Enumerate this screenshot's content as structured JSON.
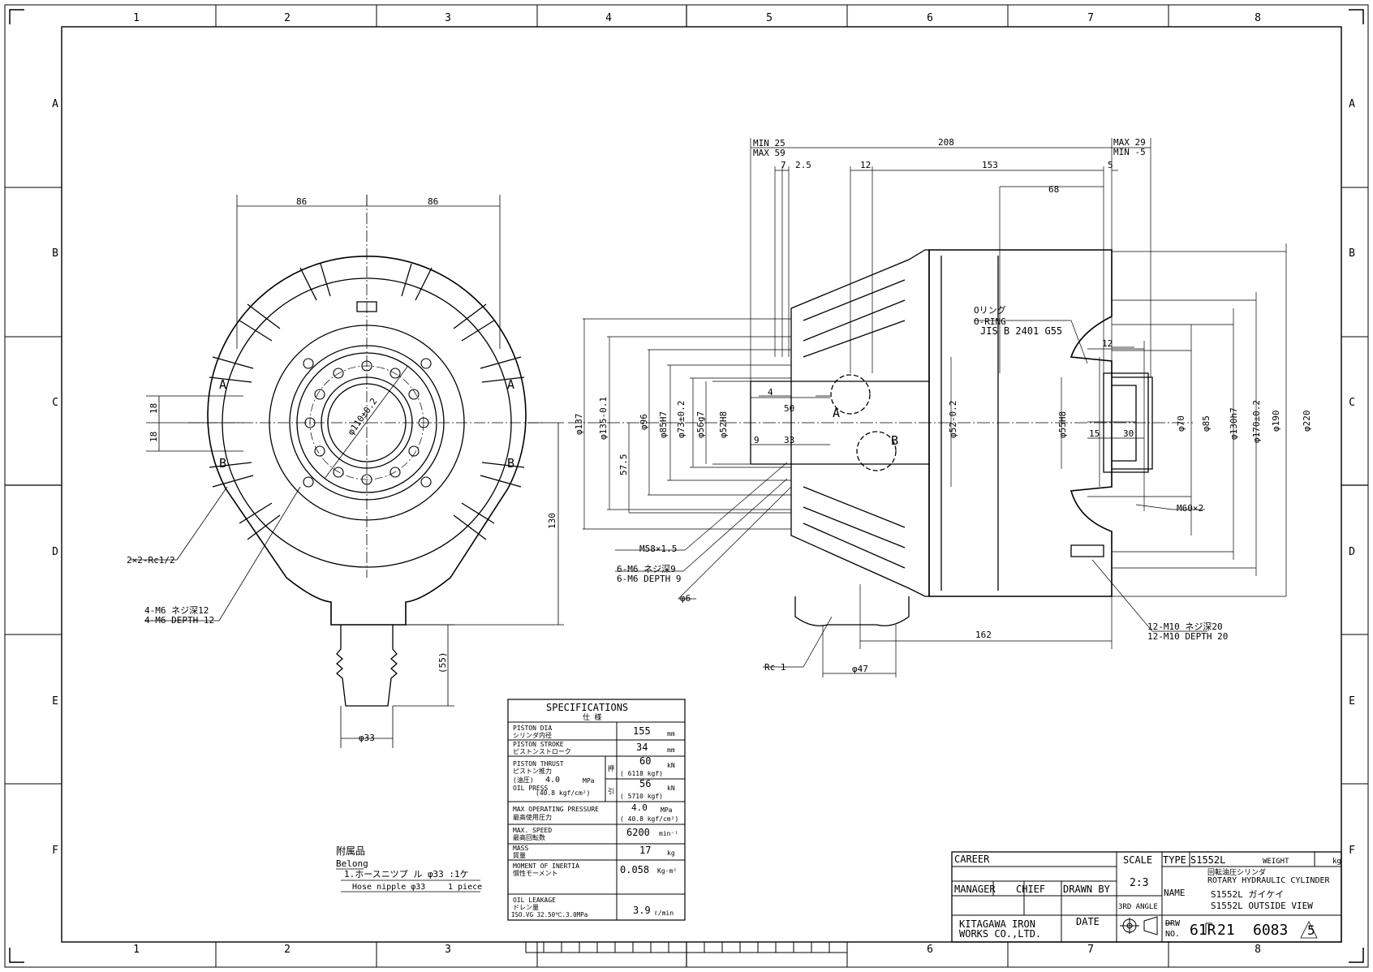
{
  "grid": {
    "cols": [
      "1",
      "2",
      "3",
      "4",
      "5",
      "6",
      "7",
      "8"
    ],
    "rows": [
      "A",
      "B",
      "C",
      "D",
      "E",
      "F"
    ]
  },
  "front_view": {
    "dim_86_left": "86",
    "dim_86_right": "86",
    "dim_18_top": "18",
    "dim_18_bot": "18",
    "dim_130": "130",
    "dim_55": "(55)",
    "dim_phi33": "φ33",
    "dim_phi110": "φ110±0.2",
    "port_a_left": "A",
    "port_a_right": "A",
    "port_b_left": "B",
    "port_b_right": "B",
    "callout_rc": "2×2-Rc1/2",
    "callout_m6_jp": "4-M6 ネジ深12",
    "callout_m6_en": "4-M6 DEPTH 12"
  },
  "side_view": {
    "min25": "MIN 25",
    "max59": "MAX 59",
    "d208": "208",
    "max29": "MAX 29",
    "min_5": "MIN -5",
    "d7": "7",
    "d2_5": "2.5",
    "d12": "12",
    "d153": "153",
    "d5": "5",
    "d68": "68",
    "d4": "4",
    "d50": "50",
    "d9": "9",
    "d33": "33",
    "d57_5": "57.5",
    "d12b": "12",
    "d15": "15",
    "d30": "30",
    "d162": "162",
    "d47": "φ47",
    "phi137": "φ137",
    "phi135": "φ135-0.1",
    "phi96": "φ96",
    "phi85": "φ85H7",
    "phi73": "φ73±0.2",
    "phi56": "φ56g7",
    "phi52h8": "φ52H8",
    "phi52": "φ52-0.2",
    "phi55": "φ55H8",
    "phi70": "φ70",
    "phi85b": "φ85",
    "phi130": "φ130h7",
    "phi170": "φ170±0.2",
    "phi190": "φ190",
    "phi220": "φ220",
    "label_a": "A",
    "label_b": "B",
    "oring_jp": "Oリング",
    "oring_en": "O-RING",
    "oring_std": "JIS B 2401 G55",
    "m60": "M60×2",
    "m58": "M58×1.5",
    "m6_jp": "6-M6 ネジ深9",
    "m6_en": "6-M6 DEPTH 9",
    "phi6": "φ6",
    "rc1": "Rc 1",
    "m10_jp": "12-M10 ネジ深20",
    "m10_en": "12-M10 DEPTH 20"
  },
  "specs": {
    "title": "SPECIFICATIONS",
    "title_jp": "仕 様",
    "rows": [
      {
        "en": "PISTON DIA",
        "jp": "シリンダ内径",
        "val": "155",
        "unit": "mm"
      },
      {
        "en": "PISTON STROKE",
        "jp": "ピストンストローク",
        "val": "34",
        "unit": "mm"
      }
    ],
    "thrust_en": "PISTON THRUST",
    "thrust_jp": "ピストン推力",
    "oil_press_label": "(油圧)",
    "oil_press_val": "4.0",
    "oil_press_unit": "MPa",
    "oil_press_en": "OIL PRESS",
    "oil_press_kgf": "(40.8 kgf/cm²)",
    "push_mark": "押",
    "pull_mark": "引",
    "push_val": "60",
    "push_unit": "kN",
    "push_kgf": "( 6118 kgf)",
    "pull_val": "56",
    "pull_unit": "kN",
    "pull_kgf": "( 5710 kgf)",
    "maxop_en": "MAX OPERATING PRESSURE",
    "maxop_jp": "最高使用圧力",
    "maxop_val": "4.0",
    "maxop_unit": "MPa",
    "maxop_kgf": "( 40.8 kgf/cm²)",
    "speed_en": "MAX. SPEED",
    "speed_jp": "最高回転数",
    "speed_val": "6200",
    "speed_unit": "min⁻¹",
    "mass_en": "MASS",
    "mass_jp": "質量",
    "mass_val": "17",
    "mass_unit": "kg",
    "inertia_en": "MOMENT OF INERTIA",
    "inertia_jp": "慣性モーメント",
    "inertia_val": "0.058",
    "inertia_unit": "Kg·m²",
    "leak_en": "OIL LEAKAGE",
    "leak_jp": "ドレン量",
    "leak_cond": "ISO.VG 32.50℃.3.0MPa",
    "leak_val": "3.9",
    "leak_unit": "ℓ/min"
  },
  "accessories": {
    "title_jp": "附属品",
    "title_en": "Belong",
    "line_jp": "1.ホースニツプ ル φ33 :1ケ",
    "line_en_name": "Hose nipple φ33",
    "line_en_qty": "1 piece"
  },
  "title_block": {
    "career": "CAREER",
    "scale": "SCALE",
    "scale_val": "2:3",
    "angle": "3RD ANGLE",
    "type": "TYPE",
    "type_val": "S1552L",
    "weight": "WEIGHT",
    "weight_unit": "kg",
    "name": "NAME",
    "name_jp": "回転油圧シリンダ",
    "name_en": "ROTARY HYDRAULIC CYLINDER",
    "name_line2": "S1552L ガイケイ",
    "name_line3": "S1552L OUTSIDE VIEW",
    "manager": "MANAGER",
    "chief": "CHIEF",
    "drawn_by": "DRAWN BY",
    "date": "DATE",
    "company1": "KITAGAWA IRON",
    "company2": "WORKS CO.,LTD.",
    "drw": "DRW",
    "no": "NO.",
    "drw_a": "61R",
    "drw_b": "21",
    "drw_c": "6083",
    "rev": "5"
  }
}
